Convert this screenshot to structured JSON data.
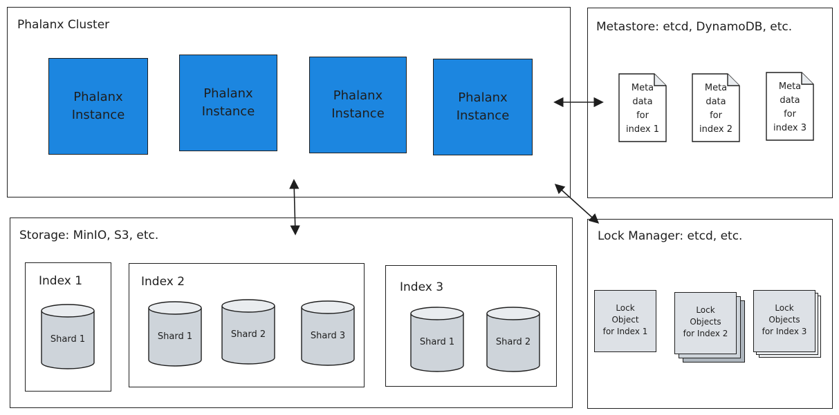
{
  "cluster": {
    "title": "Phalanx Cluster",
    "instances": [
      {
        "line1": "Phalanx",
        "line2": "Instance"
      },
      {
        "line1": "Phalanx",
        "line2": "Instance"
      },
      {
        "line1": "Phalanx",
        "line2": "Instance"
      },
      {
        "line1": "Phalanx",
        "line2": "Instance"
      }
    ]
  },
  "metastore": {
    "title": "Metastore: etcd, DynamoDB, etc.",
    "docs": [
      {
        "lines": [
          "Meta",
          "data",
          "for",
          "index 1"
        ]
      },
      {
        "lines": [
          "Meta",
          "data",
          "for",
          "index 2"
        ]
      },
      {
        "lines": [
          "Meta",
          "data",
          "for",
          "index 3"
        ]
      }
    ]
  },
  "storage": {
    "title": "Storage: MinIO, S3, etc.",
    "indexes": [
      {
        "title": "Index 1",
        "shards": [
          "Shard 1"
        ]
      },
      {
        "title": "Index 2",
        "shards": [
          "Shard 1",
          "Shard 2",
          "Shard 3"
        ]
      },
      {
        "title": "Index 3",
        "shards": [
          "Shard 1",
          "Shard 2"
        ]
      }
    ]
  },
  "lock_manager": {
    "title": "Lock Manager: etcd, etc.",
    "locks": [
      {
        "lines": [
          "Lock",
          "Object",
          "for Index 1"
        ]
      },
      {
        "lines": [
          "Lock",
          "Objects",
          "for Index 2"
        ]
      },
      {
        "lines": [
          "Lock",
          "Objects",
          "for Index 3"
        ]
      }
    ]
  },
  "colors": {
    "instance_fill": "#1c86e0",
    "shard_fill": "#ced4da",
    "lock_fill": "#dde1e6",
    "stroke": "#1e1e1e"
  }
}
